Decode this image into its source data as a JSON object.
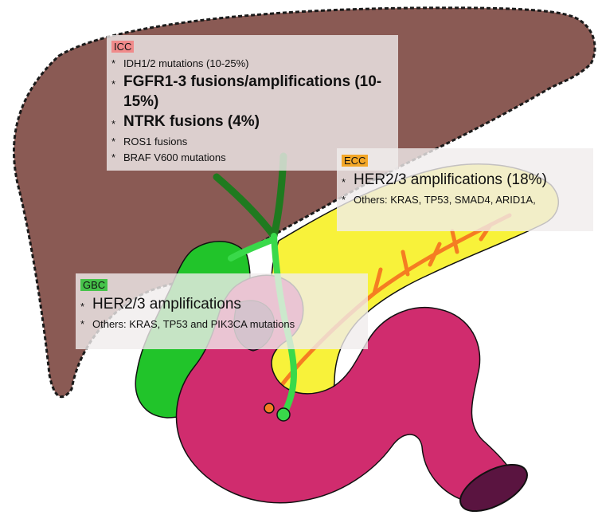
{
  "colors": {
    "liver": "#8a5a54",
    "liver_outline": "#1a1a1a",
    "pancreas": "#f8f23a",
    "duodenum": "#d02c6e",
    "gallbladder": "#21c42a",
    "bile_duct": "#39d94a",
    "pancreatic_duct": "#f57d22",
    "tag_icc": "#f08a8a",
    "tag_ecc": "#f3a728",
    "tag_gbc": "#46c34a",
    "label_box": "rgba(240,236,236,0.80)"
  },
  "labels": {
    "icc": {
      "tag": "ICC",
      "items": [
        {
          "text": "IDH1/2 mutations (10-25%)",
          "size": "sm"
        },
        {
          "text": "FGFR1-3 fusions/amplifications (10-15%)",
          "size": "lg"
        },
        {
          "text": "NTRK fusions (4%)",
          "size": "lg"
        },
        {
          "text": "ROS1 fusions",
          "size": "sm"
        },
        {
          "text": "BRAF V600 mutations",
          "size": "sm"
        }
      ]
    },
    "ecc": {
      "tag": "ECC",
      "items": [
        {
          "text": "HER2/3 amplifications (18%)",
          "size": "md"
        },
        {
          "text": "Others: KRAS, TP53, SMAD4, ARID1A,",
          "size": "sm"
        }
      ]
    },
    "gbc": {
      "tag": "GBC",
      "items": [
        {
          "text": "HER2/3 amplifications",
          "size": "md"
        },
        {
          "text": "Others: KRAS, TP53 and PIK3CA mutations",
          "size": "sm"
        }
      ]
    }
  },
  "bullet_char": "*"
}
